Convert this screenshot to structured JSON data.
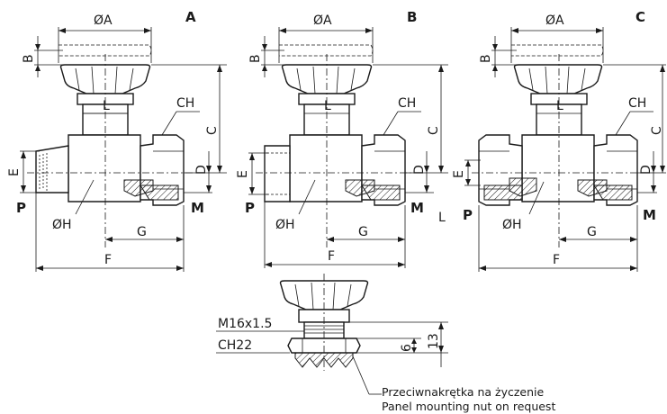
{
  "views": [
    {
      "id": "A",
      "labels": {
        "view": "A",
        "dia_a": "ØA",
        "b": "B",
        "c": "C",
        "l": "L",
        "ch": "CH",
        "e": "E",
        "d": "D",
        "p": "P",
        "m": "M",
        "dia_h": "ØH",
        "g": "G",
        "f": "F"
      }
    },
    {
      "id": "B",
      "labels": {
        "view": "B",
        "dia_a": "ØA",
        "b": "B",
        "c": "C",
        "l": "L",
        "ch": "CH",
        "e": "E",
        "d": "D",
        "p": "P",
        "m": "M",
        "dia_h": "ØH",
        "g": "G",
        "f": "F"
      }
    },
    {
      "id": "C",
      "labels": {
        "view": "C",
        "dia_a": "ØA",
        "b": "B",
        "c": "C",
        "l": "L",
        "ch": "CH",
        "e": "E",
        "d": "D",
        "p": "P",
        "m": "M",
        "dia_h": "ØH",
        "g": "G",
        "f": "F"
      }
    }
  ],
  "stray_label": "L",
  "detail": {
    "thread": "M16x1.5",
    "wrench": "CH22",
    "dim_6": "6",
    "dim_13": "13",
    "note_pl": "Przeciwnakrętka na życzenie",
    "note_en": "Panel mounting nut on request"
  }
}
